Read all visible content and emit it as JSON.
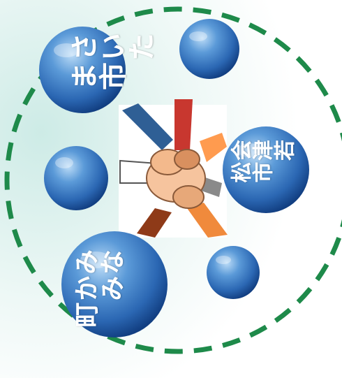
{
  "diagram": {
    "bubbles": [
      {
        "id": "saitama",
        "label": "さいた\nま市"
      },
      {
        "id": "aizu",
        "label": "会津若\n松市"
      },
      {
        "id": "minakami",
        "label": "みな\nかみ\n町"
      }
    ],
    "center_image": "hands-stacked-together",
    "ring_style": "dashed-green",
    "colors": {
      "ring": "#1e8a4a",
      "bubble_light": "#9cc6ef",
      "bubble_mid": "#3f82cc",
      "bubble_dark": "#154a92",
      "background_tint": "#d9f0ec"
    }
  }
}
